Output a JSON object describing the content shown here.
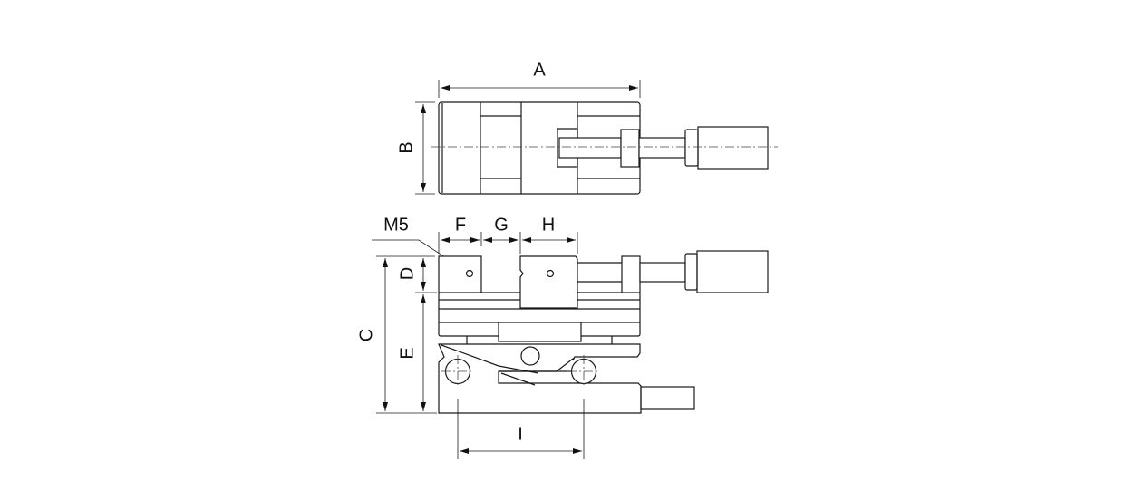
{
  "drawing": {
    "title": "Precision vise with sine base dimension drawing",
    "labels": {
      "A": "A",
      "B": "B",
      "C": "C",
      "D": "D",
      "E": "E",
      "F": "F",
      "G": "G",
      "H": "H",
      "I": "I",
      "thread": "M5"
    },
    "line_color": "#1a1a1a"
  }
}
